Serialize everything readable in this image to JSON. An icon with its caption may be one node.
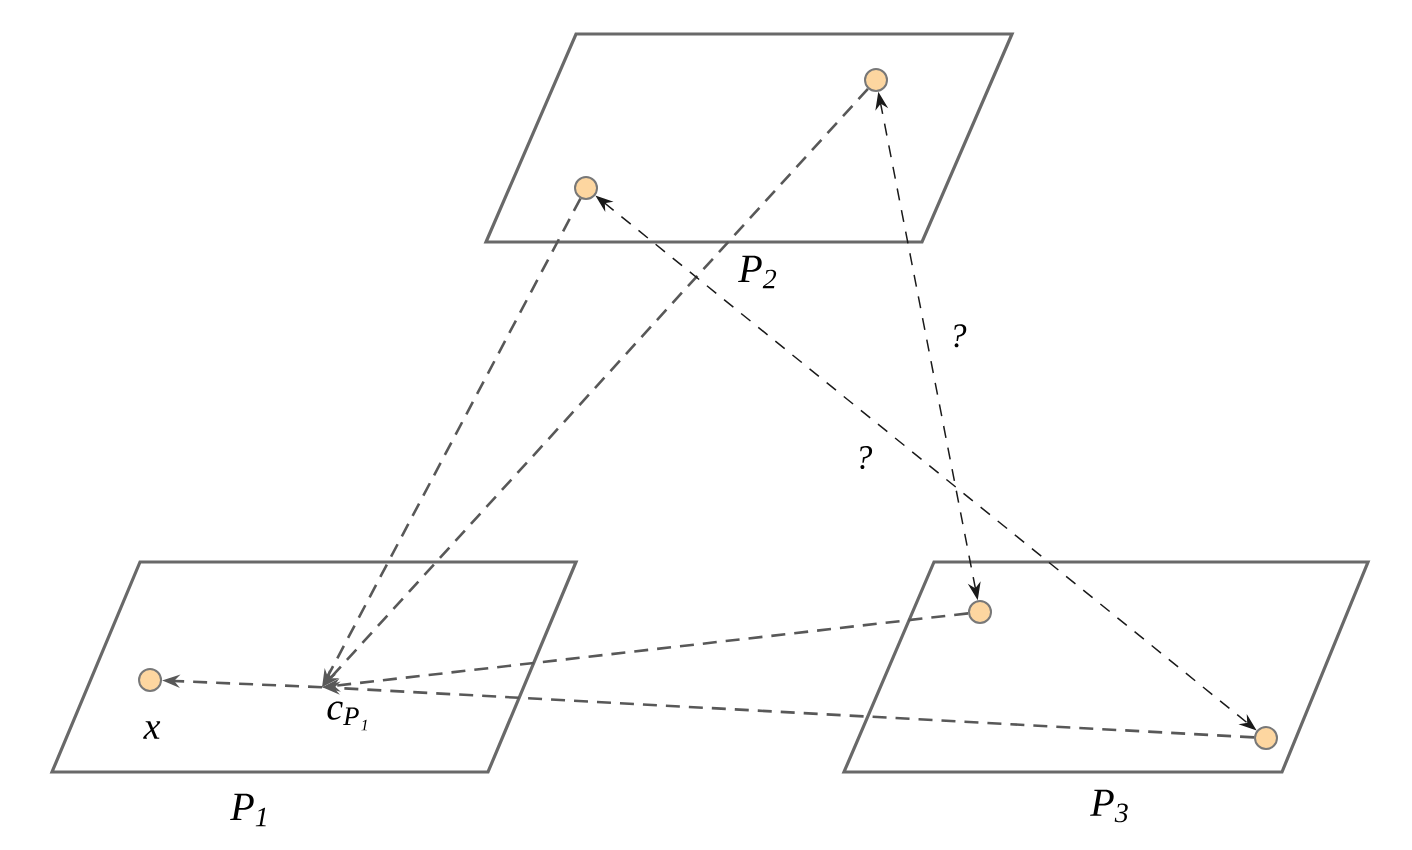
{
  "diagram": {
    "nodes": [
      {
        "text": [
          "P$_{2}$"
        ]
      },
      {
        "text": [],
        "shape": "circle",
        "in": 0
      },
      {
        "text": [],
        "shape": "circle",
        "in": 0
      },
      {
        "text": [
          "P$_{1}$"
        ]
      },
      {
        "text": [],
        "shape": "circle",
        "in": 3,
        "beside": [
          "x"
        ]
      },
      {
        "text": [
          "c$_{P₁}$"
        ],
        "in": 3
      },
      {
        "text": [
          "P$_{3}$"
        ]
      },
      {
        "text": [],
        "shape": "circle",
        "in": 6
      },
      {
        "text": [],
        "shape": "circle",
        "in": 6
      }
    ],
    "edges": [
      {
        "from": 1,
        "to": 5,
        "arrow": "to",
        "style": "dashed"
      },
      {
        "from": 2,
        "to": 5,
        "arrow": "to",
        "style": "dashed"
      },
      {
        "from": 7,
        "to": 5,
        "arrow": "to",
        "style": "dashed"
      },
      {
        "from": 8,
        "to": 5,
        "arrow": "to",
        "style": "dashed"
      },
      {
        "from": 5,
        "to": 4,
        "arrow": "to",
        "style": "dashed"
      },
      {
        "from": 7,
        "to": 2,
        "arrow": "both",
        "style": "dashed",
        "label": "?",
        "color": "#1a1a1a"
      },
      {
        "from": 1,
        "to": 8,
        "arrow": "both",
        "style": "dashed",
        "label": "?",
        "color": "#1a1a1a"
      }
    ]
  }
}
